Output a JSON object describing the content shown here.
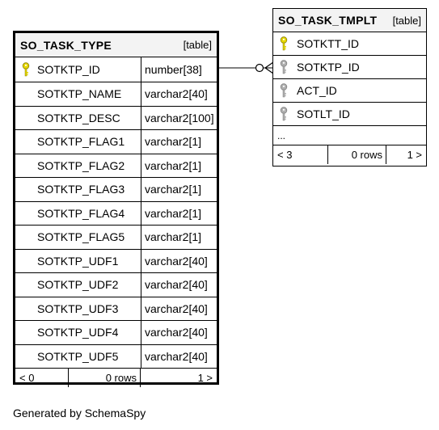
{
  "so_task_type": {
    "name": "SO_TASK_TYPE",
    "kind": "[table]",
    "columns": [
      {
        "name": "SOTKTP_ID",
        "type": "number[38]",
        "key": "primary"
      },
      {
        "name": "SOTKTP_NAME",
        "type": "varchar2[40]",
        "key": ""
      },
      {
        "name": "SOTKTP_DESC",
        "type": "varchar2[100]",
        "key": ""
      },
      {
        "name": "SOTKTP_FLAG1",
        "type": "varchar2[1]",
        "key": ""
      },
      {
        "name": "SOTKTP_FLAG2",
        "type": "varchar2[1]",
        "key": ""
      },
      {
        "name": "SOTKTP_FLAG3",
        "type": "varchar2[1]",
        "key": ""
      },
      {
        "name": "SOTKTP_FLAG4",
        "type": "varchar2[1]",
        "key": ""
      },
      {
        "name": "SOTKTP_FLAG5",
        "type": "varchar2[1]",
        "key": ""
      },
      {
        "name": "SOTKTP_UDF1",
        "type": "varchar2[40]",
        "key": ""
      },
      {
        "name": "SOTKTP_UDF2",
        "type": "varchar2[40]",
        "key": ""
      },
      {
        "name": "SOTKTP_UDF3",
        "type": "varchar2[40]",
        "key": ""
      },
      {
        "name": "SOTKTP_UDF4",
        "type": "varchar2[40]",
        "key": ""
      },
      {
        "name": "SOTKTP_UDF5",
        "type": "varchar2[40]",
        "key": ""
      }
    ],
    "footer": {
      "parents": "< 0",
      "rows": "0 rows",
      "children": "1 >"
    }
  },
  "so_task_tmplt": {
    "name": "SO_TASK_TMPLT",
    "kind": "[table]",
    "columns": [
      {
        "name": "SOTKTT_ID",
        "key": "primary"
      },
      {
        "name": "SOTKTP_ID",
        "key": "foreign"
      },
      {
        "name": "ACT_ID",
        "key": "foreign"
      },
      {
        "name": "SOTLT_ID",
        "key": "foreign"
      }
    ],
    "ellipsis": "...",
    "footer": {
      "parents": "< 3",
      "rows": "0 rows",
      "children": "1 >"
    }
  },
  "credit": "Generated by SchemaSpy",
  "colors": {
    "primary_key": "#e6d800",
    "foreign_key": "#b0b0b0",
    "header_bg": "#f3f3f3"
  },
  "relationship": {
    "from": "SO_TASK_TYPE.SOTKTP_ID",
    "to": "SO_TASK_TMPLT.SOTKTP_ID",
    "cardinality": "one-to-many"
  }
}
